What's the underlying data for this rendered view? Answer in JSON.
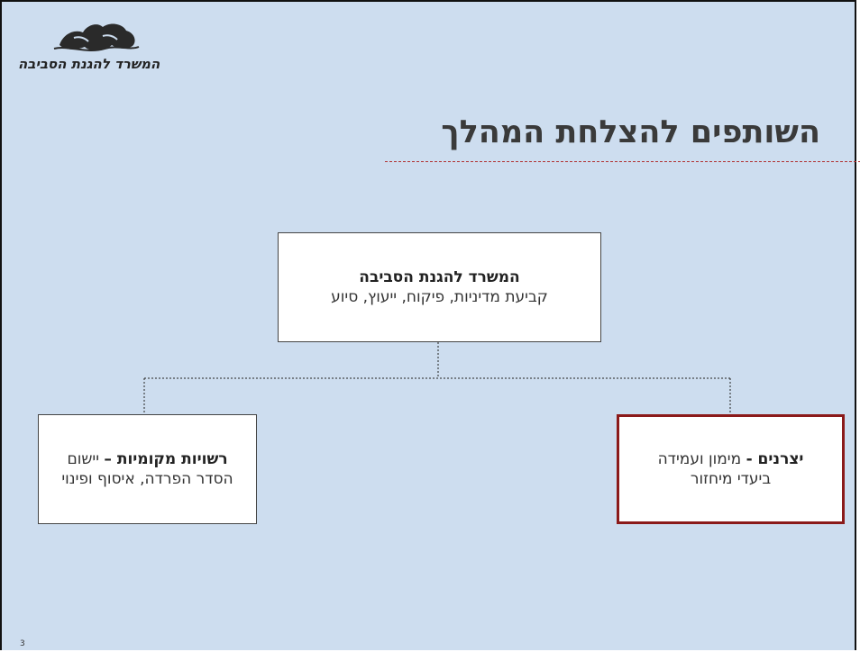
{
  "logo": {
    "text": "המשרד להגנת הסביבה"
  },
  "title": "השותפים להצלחת המהלך",
  "nodes": {
    "top": {
      "bold": "המשרד להגנת הסביבה",
      "text": "קביעת מדיניות, פיקוח, ייעוץ, סיוע"
    },
    "left": {
      "bold": "רשויות מקומיות –",
      "line1": " יישום",
      "line2": "הסדר הפרדה, איסוף ופינוי"
    },
    "right": {
      "bold": "יצרנים -",
      "line1": " מימון ועמידה",
      "line2": "ביעדי מיחזור"
    }
  },
  "colors": {
    "background": "#cdddef",
    "highlight_border": "#8b1a1a",
    "title_rule": "#b03030"
  },
  "page_number": "3"
}
